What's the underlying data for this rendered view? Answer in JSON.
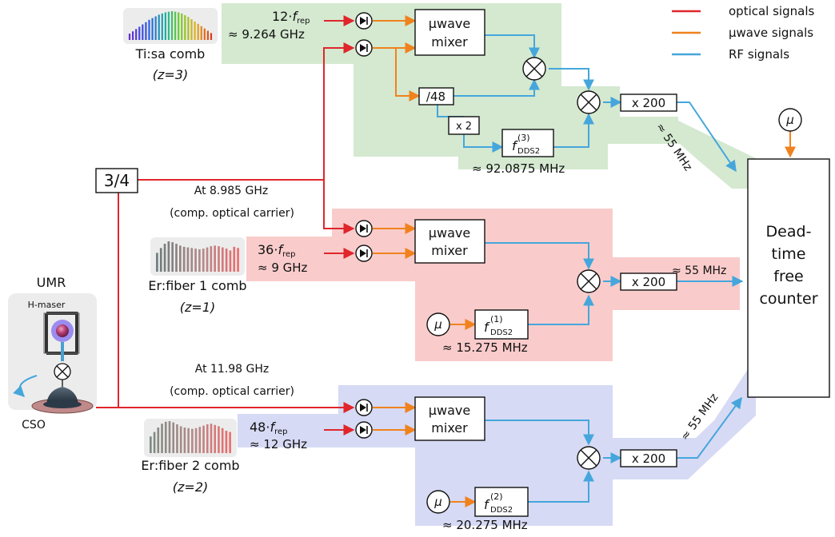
{
  "legend": {
    "optical": "optical signals",
    "uwave": "µwave signals",
    "rf": "RF signals",
    "colors": {
      "optical": "#e0262c",
      "uwave": "#f0821e",
      "rf": "#45a6dc"
    }
  },
  "combs": {
    "tisa": {
      "name": "Ti:sa comb",
      "z_label": "(z=3)",
      "name_color": "#2e8b2e"
    },
    "er1": {
      "name": "Er:fiber 1 comb",
      "z_label": "(z=1)",
      "name_color": "#e0262c"
    },
    "er2": {
      "name": "Er:fiber 2 comb",
      "z_label": "(z=2)",
      "name_color": "#2233cc"
    }
  },
  "zones": {
    "green": "#d4e9d0",
    "red": "#f9cccb",
    "blue": "#d6daf4"
  },
  "channels": {
    "green": {
      "harmonic_num": "12",
      "harmonic_sym": "f",
      "harmonic_sub": "rep",
      "freq": "≈ 9.264 GHz",
      "mixer_line1": "µwave",
      "mixer_line2": "mixer",
      "div48": "/48",
      "x2": "x 2",
      "dds_sup": "(3)",
      "dds_sym": "f",
      "dds_sub": "DDS2",
      "dds_freq": "≈ 92.0875 MHz",
      "mult": "x 200",
      "out_freq": "≈ 55 MHz"
    },
    "red": {
      "harmonic_num": "36",
      "harmonic_sym": "f",
      "harmonic_sub": "rep",
      "freq": "≈ 9 GHz",
      "mixer_line1": "µwave",
      "mixer_line2": "mixer",
      "mu": "µ",
      "dds_sup": "(1)",
      "dds_sym": "f",
      "dds_sub": "DDS2",
      "dds_freq": "≈ 15.275 MHz",
      "mult": "x 200",
      "out_freq": "≈ 55 MHz"
    },
    "blue": {
      "harmonic_num": "48",
      "harmonic_sym": "f",
      "harmonic_sub": "rep",
      "freq": "≈ 12 GHz",
      "mixer_line1": "µwave",
      "mixer_line2": "mixer",
      "mu": "µ",
      "dds_sup": "(2)",
      "dds_sym": "f",
      "dds_sub": "DDS2",
      "dds_freq": "≈ 20.275 MHz",
      "mult": "x 200",
      "out_freq": "≈ 55 MHz"
    }
  },
  "splitter": "3/4",
  "carrier_1": {
    "line1": "At 8.985 GHz",
    "line2": "(comp. optical carrier)"
  },
  "carrier_2": {
    "line1": "At 11.98 GHz",
    "line2": "(comp. optical carrier)"
  },
  "umr": {
    "title": "UMR",
    "maser": "H-maser",
    "cso": "CSO"
  },
  "counter": {
    "line1": "Dead-",
    "line2": "time",
    "line3": "free",
    "line4": "counter",
    "mu": "µ"
  },
  "spectra": {
    "tisa": [
      0.22,
      0.3,
      0.38,
      0.46,
      0.54,
      0.62,
      0.7,
      0.76,
      0.82,
      0.88,
      0.92,
      0.96,
      0.98,
      1.0,
      0.98,
      0.96,
      0.92,
      0.86,
      0.8,
      0.72,
      0.64,
      0.56,
      0.48,
      0.4,
      0.32,
      0.24
    ],
    "er1": [
      0.62,
      0.78,
      0.92,
      1.0,
      0.97,
      0.92,
      0.86,
      0.82,
      0.8,
      0.78,
      0.76,
      0.74,
      0.76,
      0.8,
      0.84,
      0.86,
      0.84,
      0.8,
      0.76,
      0.7,
      0.82,
      0.78
    ],
    "er2": [
      0.52,
      0.66,
      0.8,
      0.92,
      0.98,
      1.0,
      0.96,
      0.9,
      0.84,
      0.8,
      0.78,
      0.76,
      0.78,
      0.82,
      0.86,
      0.9,
      0.92,
      0.88,
      0.84,
      0.78,
      0.7,
      0.66
    ]
  }
}
